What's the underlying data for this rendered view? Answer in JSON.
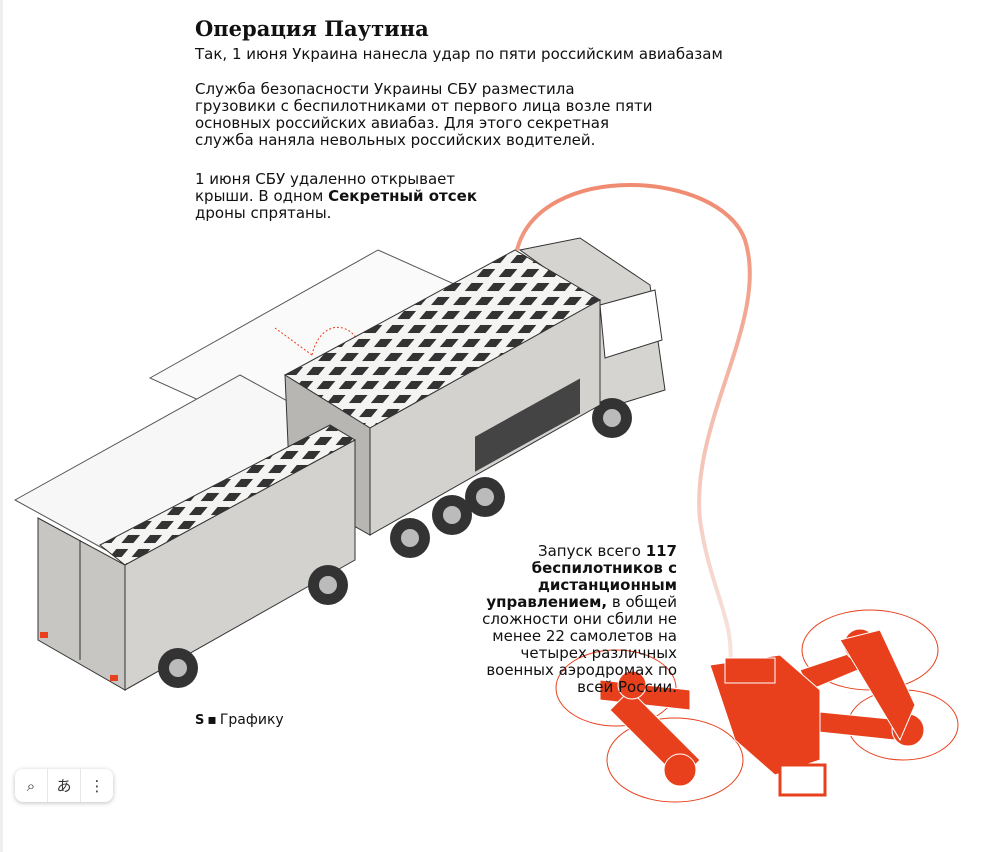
{
  "header": {
    "title": "Операция Паутина",
    "subtitle": "Так, 1 июня Украина нанесла удар по пяти российским авиабазам"
  },
  "body": {
    "paragraph1": "Служба безопасности Украины СБУ разместила грузовики с беспилотниками от первого лица возле пяти основных российских авиабаз. Для этого секретная служба наняла невольных российских водителей.",
    "paragraph2_a": "1 июня СБУ удаленно открывает крыши. В одном ",
    "paragraph2_bold": "Секретный отсек",
    "paragraph2_b": " дроны спрятаны."
  },
  "caption": {
    "a": "Запуск всего ",
    "bold": "117 беспилотников с дистанционным управлением,",
    "b": " в общей сложности они сбили не менее 22 самолетов на четырех различных военных аэродромах по всей России."
  },
  "credit": {
    "logo": "S",
    "text": "Графику"
  },
  "toolbar": {
    "lens": "⌕",
    "translate": "あ",
    "more": "⋮"
  },
  "colors": {
    "accent": "#e8401c",
    "truck": "#d4d2cf",
    "truck_dark": "#9a9896",
    "path": "#f0a898"
  }
}
